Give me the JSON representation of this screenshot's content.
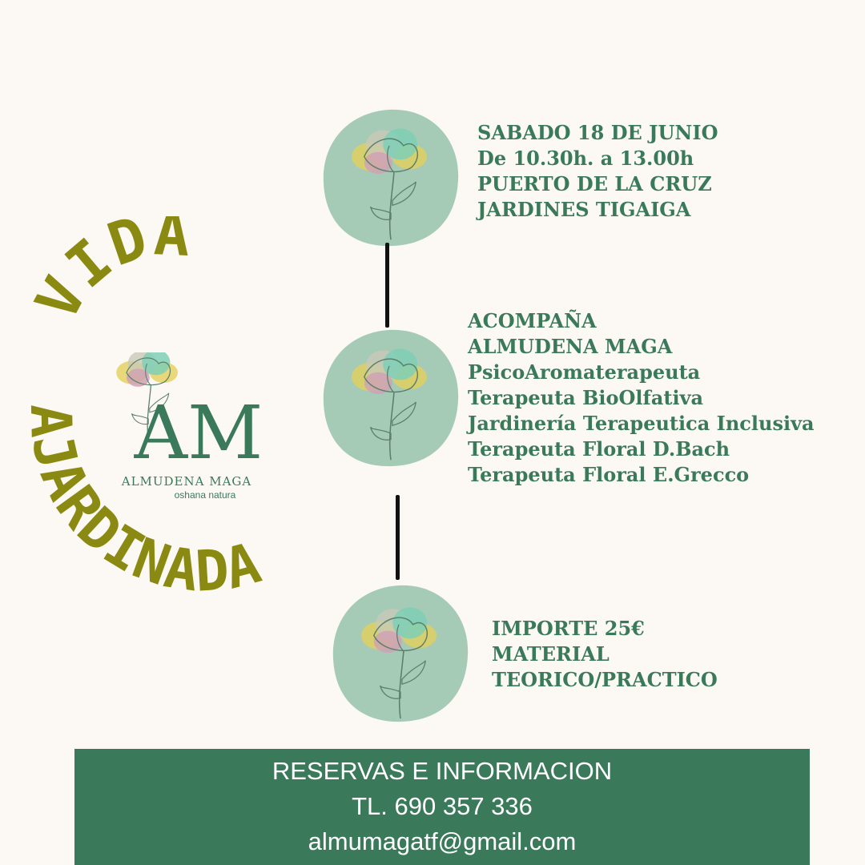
{
  "colors": {
    "background": "#fcf8f3",
    "accent_green": "#3a7a5b",
    "blob_green": "#a5cbb7",
    "olive": "#8a8a12",
    "connector": "#111111"
  },
  "arc_text": {
    "word1": "VIDA",
    "word2": "AJARDINADA"
  },
  "logo": {
    "monogram": "AM",
    "name": "ALMUDENA MAGA",
    "tagline": "oshana natura",
    "icon": "flower-icon"
  },
  "section1": {
    "lines": [
      "SABADO 18 DE JUNIO",
      "De 10.30h. a 13.00h",
      "PUERTO DE LA CRUZ",
      "JARDINES TIGAIGA"
    ]
  },
  "section2": {
    "lines": [
      "ACOMPAÑA",
      "ALMUDENA MAGA",
      "PsicoAromaterapeuta",
      "Terapeuta BioOlfativa",
      "Jardinería Terapeutica Inclusiva",
      "Terapeuta Floral D.Bach",
      "Terapeuta Floral E.Grecco"
    ]
  },
  "section3": {
    "lines": [
      "IMPORTE 25€",
      "MATERIAL",
      "TEORICO/PRACTICO"
    ]
  },
  "footer": {
    "title": "RESERVAS E INFORMACION",
    "phone": "TL. 690 357 336",
    "email": "almumagatf@gmail.com"
  }
}
